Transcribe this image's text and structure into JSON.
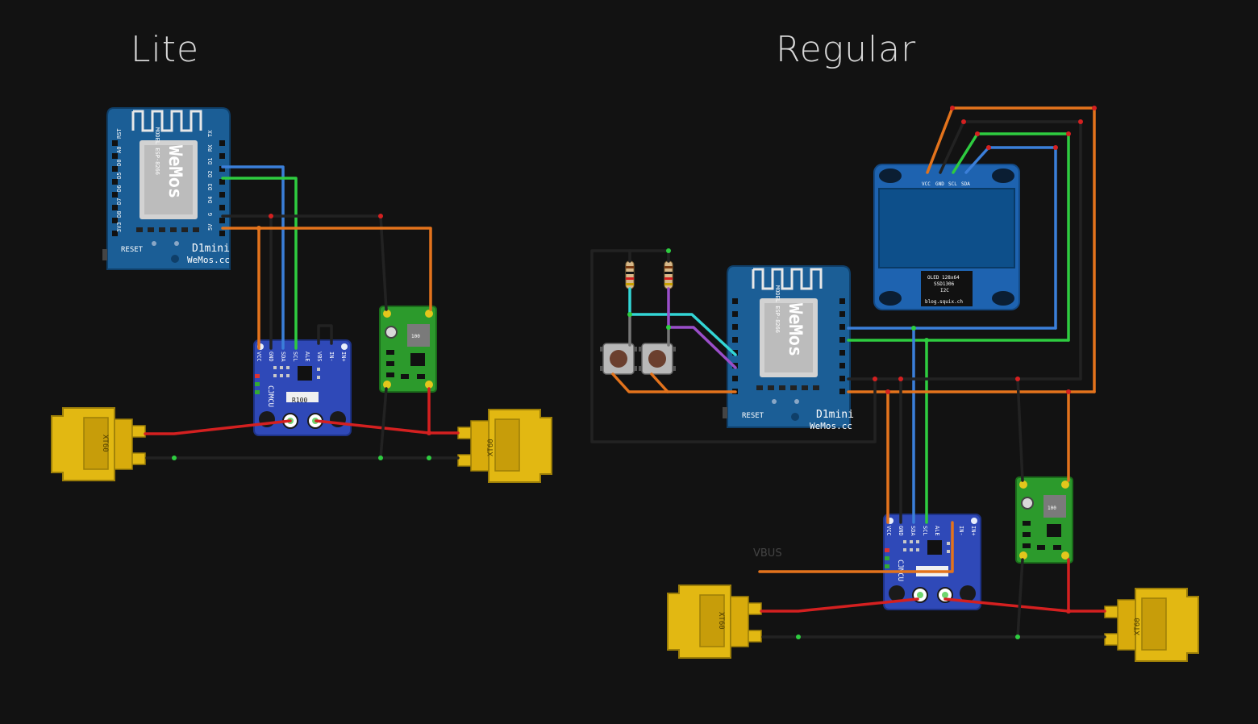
{
  "titles": {
    "lite": "Lite",
    "regular": "Regular"
  },
  "colors": {
    "background": "#121212",
    "wemos_board": "#1b5e96",
    "oled_board": "#1e63b0",
    "oled_screen": "#0d4f8a",
    "ina_board": "#2f49b8",
    "buck_board": "#2c9a2c",
    "xt60": "#e2b812",
    "wire_blue": "#3b7fd9",
    "wire_green": "#2ecc40",
    "wire_orange": "#e3731c",
    "wire_black": "#222222",
    "wire_red": "#d42020",
    "wire_cyan": "#33d6d6",
    "wire_purple": "#9a4ec9"
  },
  "wemos": {
    "model_text": "MODEL ESP-8266",
    "logo": "WeMos",
    "left_pins": [
      "RST",
      "A0",
      "D0",
      "D5",
      "D6",
      "D7",
      "D8",
      "3V3"
    ],
    "right_pins": [
      "TX",
      "RX",
      "D1",
      "D2",
      "D3",
      "D4",
      "G",
      "5V"
    ],
    "reset_label": "RESET",
    "name": "D1mini",
    "url": "WeMos.cc"
  },
  "ina": {
    "pins": [
      "VCC",
      "GND",
      "SDA",
      "SCL",
      "ALE",
      "VBS",
      "IN-",
      "IN+"
    ],
    "brand": "CJMCU",
    "resistor": "R100"
  },
  "oled": {
    "pins": [
      "VCC",
      "GND",
      "SCL",
      "SDA"
    ],
    "spec_lines": [
      "OLED 128x64",
      "SSD1306",
      "I2C"
    ],
    "url": "blog.squix.ch"
  },
  "buck": {
    "code": "100"
  },
  "xt60": {
    "label": "XT60"
  },
  "annotations": {
    "vbus": "VBUS"
  }
}
